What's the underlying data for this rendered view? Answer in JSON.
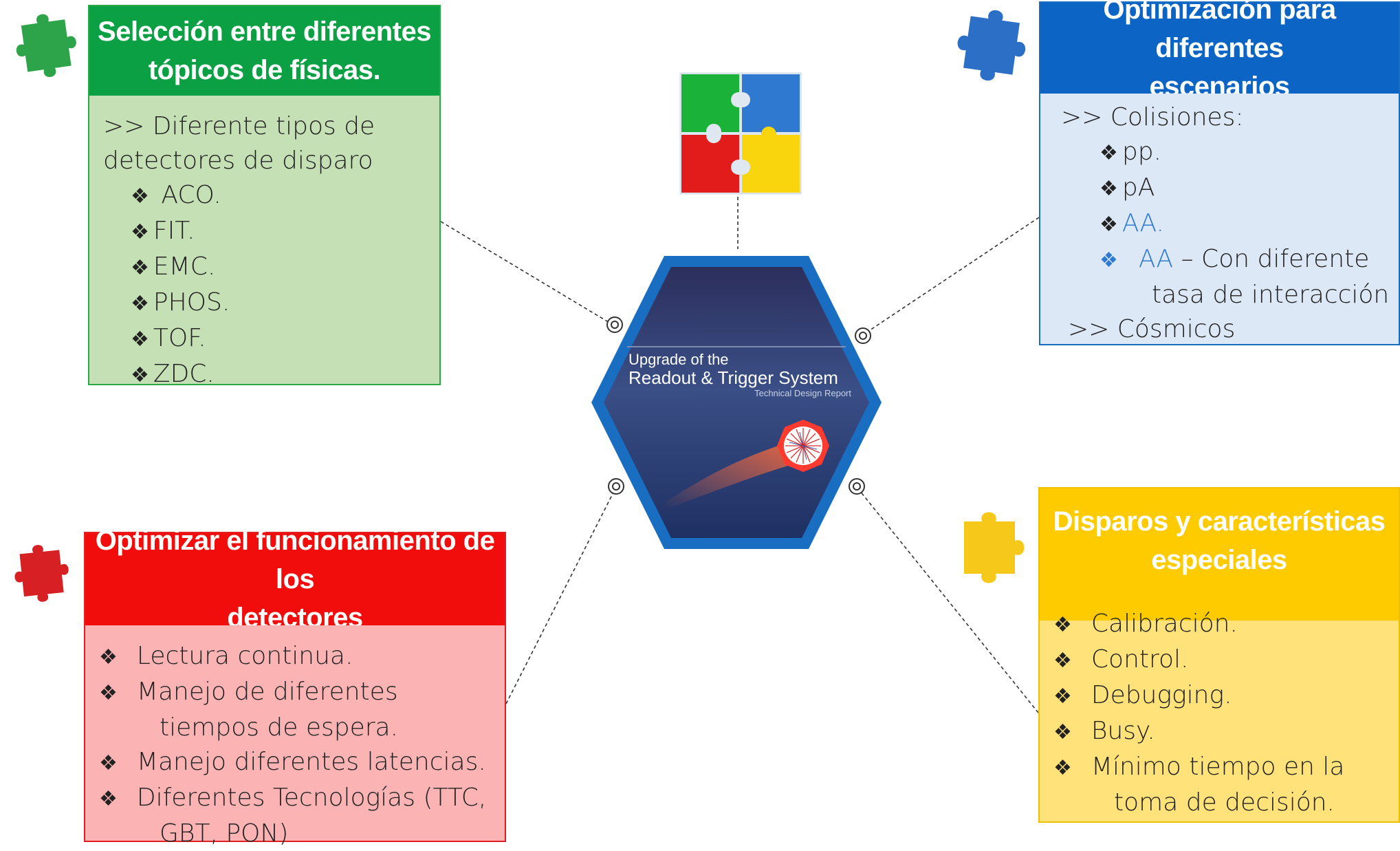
{
  "center": {
    "title_line1": "Upgrade of the",
    "title_line2": "Readout & Trigger System",
    "subtitle": "Technical Design Report"
  },
  "colors": {
    "green": "#0ca045",
    "green_light": "#c5e0b4",
    "blue": "#0c65c4",
    "blue_light": "#dce8f6",
    "red": "#f20d0d",
    "red_light": "#fbb3b3",
    "yellow": "#fecb00",
    "yellow_light": "#ffe27a",
    "hexagon_border": "#1a6ec2"
  },
  "icons": [
    "puzzle-piece-icon",
    "diamond-bullet-icon",
    "target-ring-icon"
  ],
  "physics_box": {
    "title_line1": "Selección entre diferentes",
    "title_line2": "tópicos  de físicas.",
    "intro_line1": " >> Diferente tipos de",
    "intro_line2": "detectores de disparo",
    "items": [
      "ACO.",
      "FIT.",
      "EMC.",
      "PHOS.",
      "TOF.",
      "ZDC."
    ]
  },
  "scenarios_box": {
    "title_line1": "Optimización para diferentes",
    "title_line2": "escenarios",
    "collisions_label": ">> Colisiones:",
    "items": [
      "pp.",
      "pA",
      "AA."
    ],
    "last_item_prefix": "AA",
    "last_item_rest": " – Con diferente",
    "last_item_line2": "tasa de interacción",
    "cosmics_label": ">> Cósmicos"
  },
  "detectors_box": {
    "title_line1": "Optimizar el funcionamiento de los",
    "title_line2": "detectores",
    "items": [
      {
        "line1": "Lectura continua.",
        "line2": ""
      },
      {
        "line1": "Manejo de diferentes",
        "line2": "tiempos de espera."
      },
      {
        "line1": "Manejo diferentes latencias.",
        "line2": ""
      },
      {
        "line1": "Diferentes  Tecnologías (TTC,",
        "line2": "GBT, PON)"
      }
    ]
  },
  "triggers_box": {
    "title_line1": "Disparos y características",
    "title_line2": "especiales",
    "items": [
      {
        "line1": "Calibración.",
        "line2": ""
      },
      {
        "line1": "Control.",
        "line2": ""
      },
      {
        "line1": "Debugging.",
        "line2": ""
      },
      {
        "line1": "Busy.",
        "line2": ""
      },
      {
        "line1": "Mínimo tiempo en la",
        "line2": "toma de decisión."
      }
    ]
  }
}
